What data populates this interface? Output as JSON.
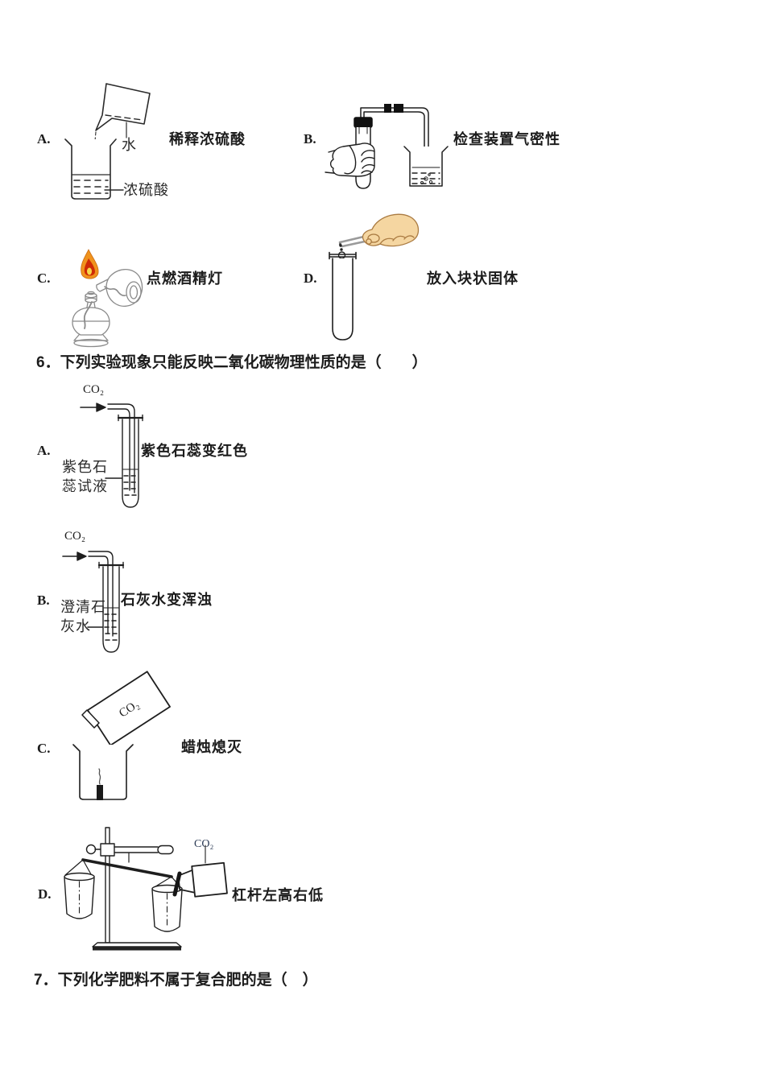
{
  "colors": {
    "ink": "#1c1c1c",
    "diagram_line": "#2a2a2a",
    "gray_line": "#8a8a8a",
    "flame_orange": "#f0931d",
    "flame_red": "#cf2a06",
    "skin": "#f5d6a1",
    "co2_label_navy": "#2b3a55"
  },
  "q5": {
    "optionA": {
      "letter": "A.",
      "caption": "稀释浓硫酸",
      "water_label": "水",
      "acid_label": "浓硫酸"
    },
    "optionB": {
      "letter": "B.",
      "caption": "检查装置气密性"
    },
    "optionC": {
      "letter": "C.",
      "caption": "点燃酒精灯"
    },
    "optionD": {
      "letter": "D.",
      "caption": "放入块状固体"
    }
  },
  "q6": {
    "question": "6．下列实验现象只能反映二氧化碳物理性质的是（　　）",
    "optionA": {
      "letter": "A.",
      "gas_label": "CO₂",
      "reagent_line1": "紫色石",
      "reagent_line2": "蕊试液",
      "caption": "紫色石蕊变红色"
    },
    "optionB": {
      "letter": "B.",
      "gas_label": "CO₂",
      "reagent_line1": "澄清石",
      "reagent_line2": "灰水",
      "caption": "石灰水变浑浊"
    },
    "optionC": {
      "letter": "C.",
      "gas_label": "CO₂",
      "caption": "蜡烛熄灭"
    },
    "optionD": {
      "letter": "D.",
      "gas_label": "CO₂",
      "caption": "杠杆左高右低"
    }
  },
  "q7": {
    "question": "7．下列化学肥料不属于复合肥的是（　）"
  }
}
